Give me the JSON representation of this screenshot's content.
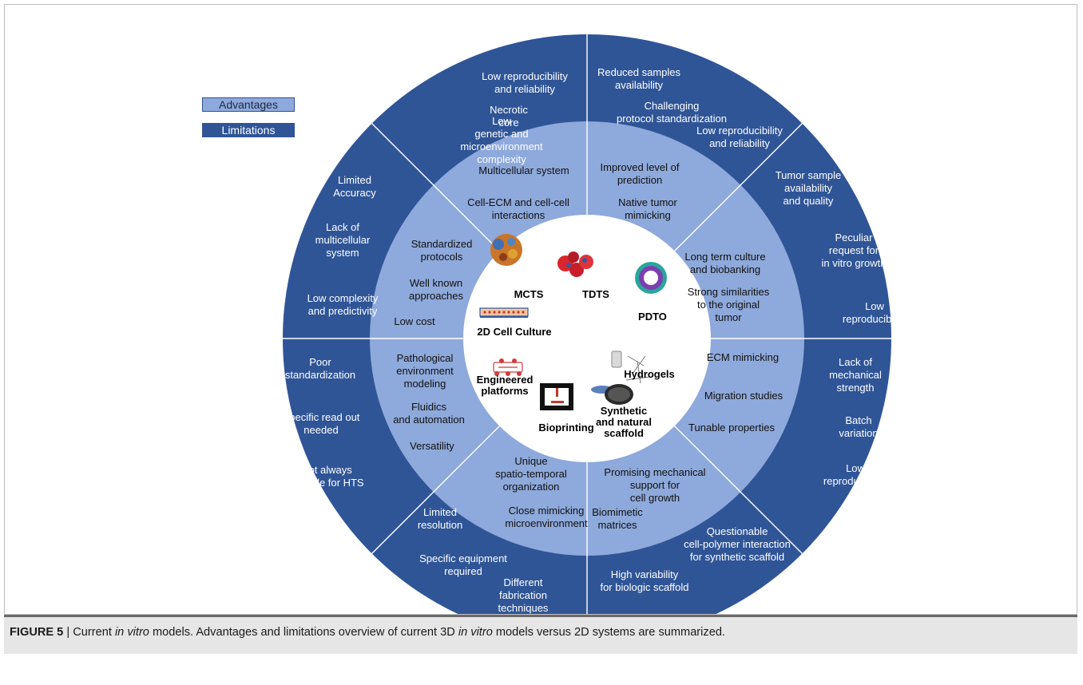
{
  "legend": {
    "advantages": "Advantages",
    "limitations": "Limitations"
  },
  "caption": {
    "fig": "FIGURE 5",
    "sep": " | Current ",
    "it1": "in vitro",
    "mid": " models. Advantages and limitations overview of current 3D ",
    "it2": "in vitro",
    "end": " models versus 2D systems are summarized."
  },
  "colors": {
    "outer": "#2f5597",
    "middle": "#8ea9db",
    "inner": "#ffffff",
    "divider": "#ffffff"
  },
  "models": [
    {
      "id": "mcts",
      "label": [
        "MCTS"
      ],
      "icon": "spheroid-icon"
    },
    {
      "id": "tdts",
      "label": [
        "TDTS"
      ],
      "icon": "tumor-spheroid-icon"
    },
    {
      "id": "pdto",
      "label": [
        "PDTO"
      ],
      "icon": "organoid-icon"
    },
    {
      "id": "hydrogels",
      "label": [
        "Hydrogels"
      ],
      "icon": "hydrogel-icon"
    },
    {
      "id": "scaffold",
      "label": [
        "Synthetic",
        "and natural",
        "scaffold"
      ],
      "icon": "scaffold-icon"
    },
    {
      "id": "bioprinting",
      "label": [
        "Bioprinting"
      ],
      "icon": "bioprinter-icon"
    },
    {
      "id": "engineered",
      "label": [
        "Engineered",
        "platforms"
      ],
      "icon": "microfluidic-chip-icon"
    },
    {
      "id": "2d",
      "label": [
        "2D Cell Culture"
      ],
      "icon": "cell-dish-icon"
    }
  ],
  "advantages": [
    [
      "Multicellular system"
    ],
    [
      "Cell-ECM and cell-cell",
      "interactions"
    ],
    [
      "Improved level of",
      "prediction"
    ],
    [
      "Native tumor",
      "mimicking"
    ],
    [
      "Long term culture",
      "and biobanking"
    ],
    [
      "Strong similarities",
      "to the original",
      "tumor"
    ],
    [
      "ECM mimicking"
    ],
    [
      "Migration studies"
    ],
    [
      "Tunable properties"
    ],
    [
      "Promising mechanical",
      "support for",
      "cell growth"
    ],
    [
      "Biomimetic",
      "matrices"
    ],
    [
      "Unique",
      "spatio-temporal",
      "organization"
    ],
    [
      "Close mimicking",
      "microenvironment"
    ],
    [
      "Pathological",
      "environment",
      "modeling"
    ],
    [
      "Fluidics",
      "and automation"
    ],
    [
      "Versatility"
    ],
    [
      "Standardized",
      "protocols"
    ],
    [
      "Well known",
      "approaches"
    ],
    [
      "Low cost"
    ]
  ],
  "limitations": [
    [
      "Low reproducibility",
      "and reliability"
    ],
    [
      "Necrotic",
      "core"
    ],
    [
      "Low",
      "genetic and",
      "microenvironment",
      "complexity"
    ],
    [
      "Reduced samples",
      "availability"
    ],
    [
      "Challenging",
      "protocol standardization"
    ],
    [
      "Low reproducibility",
      "and reliability"
    ],
    [
      "Tumor sample",
      "availability",
      "and quality"
    ],
    [
      "Peculiar",
      "request for",
      "in vitro growth"
    ],
    [
      "Low",
      "reproducibility"
    ],
    [
      "Lack of",
      "mechanical",
      "strength"
    ],
    [
      "Batch",
      "variation"
    ],
    [
      "Low",
      "reproducibility"
    ],
    [
      "Questionable",
      "cell-polymer interaction",
      "for synthetic scaffold"
    ],
    [
      "High variability",
      "for biologic scaffold"
    ],
    [
      "Specific equipment",
      "required"
    ],
    [
      "Different",
      "fabrication",
      "techniques"
    ],
    [
      "Limited",
      "resolution"
    ],
    [
      "Poor",
      "standardization"
    ],
    [
      "Specific read out",
      "needed"
    ],
    [
      "Not always",
      "suitable for HTS"
    ],
    [
      "Limited",
      "Accuracy"
    ],
    [
      "Lack of",
      "multicellular",
      "system"
    ],
    [
      "Low complexity",
      "and predictivity"
    ]
  ]
}
